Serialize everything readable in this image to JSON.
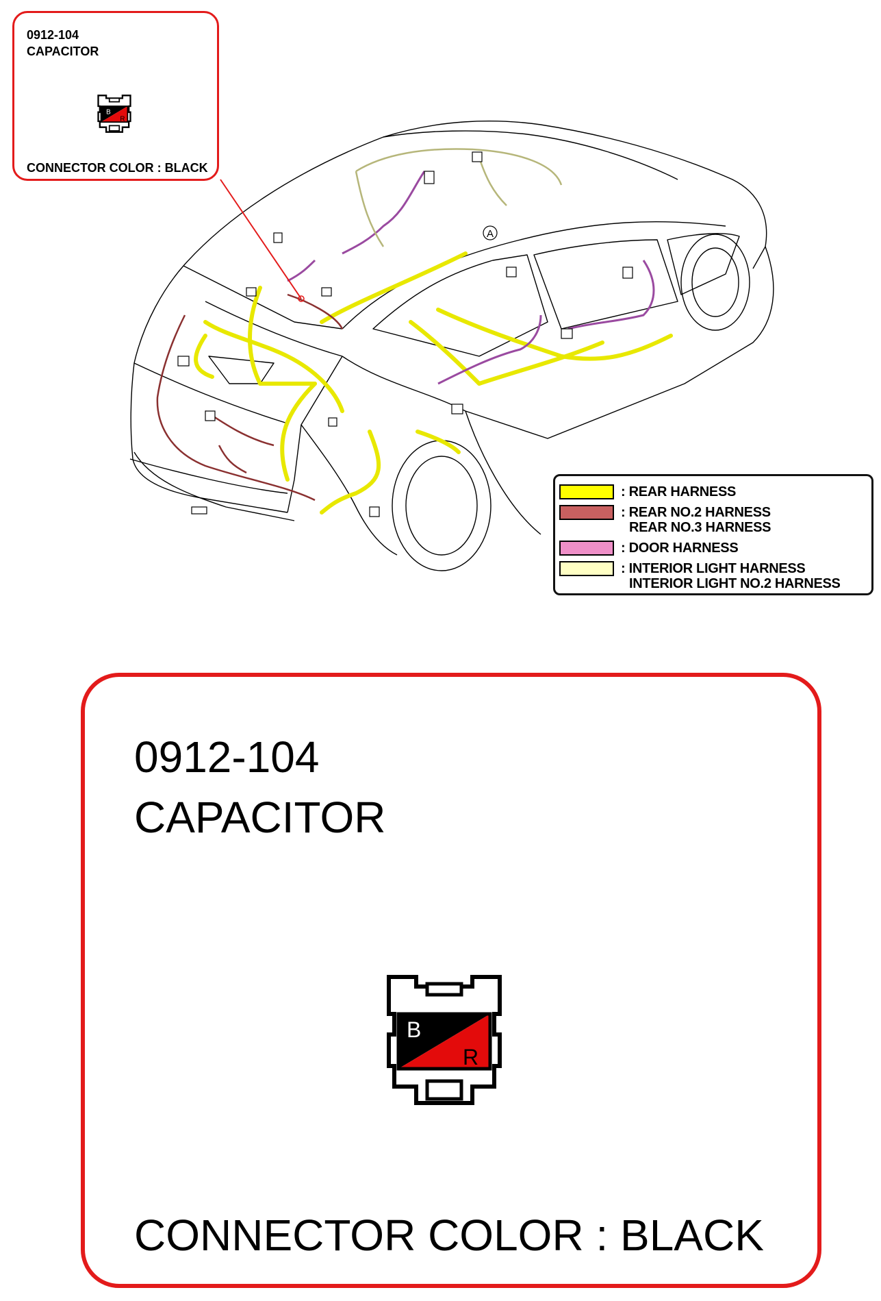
{
  "callout": {
    "code": "0912-104",
    "name": "CAPACITOR",
    "connector_color": "CONNECTOR COLOR : BLACK",
    "pins": {
      "left": "B",
      "right": "R"
    },
    "border_color": "#e31b1b"
  },
  "legend": {
    "items": [
      {
        "color": "#ffff00",
        "lines": [
          ": REAR HARNESS"
        ]
      },
      {
        "color": "#c86060",
        "lines": [
          ": REAR NO.2 HARNESS",
          "REAR NO.3 HARNESS"
        ]
      },
      {
        "color": "#ef8fc8",
        "lines": [
          ": DOOR HARNESS"
        ]
      },
      {
        "color": "#ffffc4",
        "lines": [
          ": INTERIOR LIGHT HARNESS",
          "INTERIOR LIGHT NO.2 HARNESS"
        ]
      }
    ]
  },
  "drawing": {
    "marker": "A",
    "harness_colors": {
      "rear": "#e8e800",
      "rear_no2": "#8a3030",
      "door": "#9a4aa0",
      "interior": "#c8c890"
    }
  }
}
